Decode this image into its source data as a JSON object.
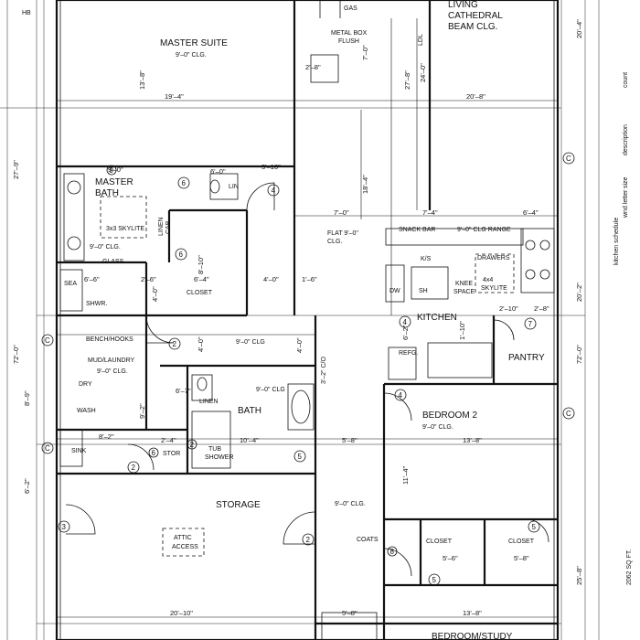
{
  "rooms": {
    "master_suite": "MASTER SUITE",
    "master_suite_clg": "9'–0\" CLG.",
    "living": "LIVING",
    "cathedral": "CATHEDRAL",
    "beam_clg": "BEAM CLG.",
    "master_bath_1": "MASTER",
    "master_bath_2": "BATH",
    "bath_skylite": "3x3 SKYLITE",
    "bath_clg": "9'–0\" CLG.",
    "glass": "GLASS",
    "linen_cab_1": "LINEN",
    "linen_cab_2": "CAB",
    "lin": "LIN",
    "closet": "CLOSET",
    "sea": "SEA",
    "shwr": "SHWR.",
    "bench_hooks": "BENCH/HOOKS",
    "mud_laundry": "MUD/LAUNDRY",
    "mud_clg": "9'–0\" CLG.",
    "dry": "DRY",
    "wash": "WASH",
    "sink": "SINK",
    "stor": "STOR",
    "tub_1": "TUB",
    "tub_2": "SHOWER",
    "linen": "LINEN",
    "bath": "BATH",
    "bath2_clg": "9'–0\" CLG",
    "hall_clg": "9'–0\" CLG",
    "flat_clg_1": "FLAT 9'–0\"",
    "flat_clg_2": "CLG.",
    "snack_bar": "SNACK BAR",
    "clg_range": "9'–0\" CLG RANGE",
    "ks": "K/S",
    "drawers": "DRAWERS",
    "knee_1": "KNEE",
    "knee_2": "SPACE",
    "skylite_1": "4x4",
    "skylite_2": "SKYLITE",
    "dw": "DW",
    "sh": "SH",
    "kitchen": "KITCHEN",
    "refg": "REFG.",
    "pantry": "PANTRY",
    "bedroom2": "BEDROOM 2",
    "bedroom2_clg": "9'–0\" CLG.",
    "storage": "STORAGE",
    "attic_1": "ATTIC",
    "attic_2": "ACCESS",
    "storage_clg": "9'–0\" CLG.",
    "coats": "COATS",
    "closet_a": "CLOSET",
    "closet_b": "CLOSET",
    "bedroom_study": "BEDROOM/STUDY",
    "gas": "GAS",
    "metal_box_1": "METAL BOX",
    "metal_box_2": "FLUSH",
    "ldl": "LDL",
    "c_o": "3'–2\" C/O",
    "hb": "HB"
  },
  "dims": {
    "d_19_4": "19'–4\"",
    "d_20_8": "20'–8\"",
    "d_13_8a": "13'–8\"",
    "d_27_8": "27'–8\"",
    "d_24_0": "24'–0\"",
    "d_7_0a": "7'–0\"",
    "d_2_8": "2'–8\"",
    "d_18_4": "18'–4\"",
    "d_9_0": "9'–0\"",
    "d_6_0": "6'–0\"",
    "d_3_10": "3'–10\"",
    "d_7_0b": "7'–0\"",
    "d_7_4": "7'–4\"",
    "d_6_4a": "6'–4\"",
    "d_6_6": "6'–6\"",
    "d_2_6": "2'–6\"",
    "d_6_4b": "6'–4\"",
    "d_4_0a": "4'–0\"",
    "d_1_6": "1'–6\"",
    "d_8_10": "8'–10\"",
    "d_4_0b": "4'–0\"",
    "d_4_0c": "4'–0\"",
    "d_1_10": "1'–10\"",
    "d_2_10": "2'–10\"",
    "d_2_8b": "2'–8\"",
    "d_6_2": "6'–2\"",
    "d_8_2": "8'–2\"",
    "d_2_4": "2'–4\"",
    "d_10_4": "10'–4\"",
    "d_5_8a": "5'–8\"",
    "d_13_8b": "13'–8\"",
    "d_11_4": "11'–4\"",
    "d_5_6": "5'–6\"",
    "d_5_8b": "5'–8\"",
    "d_20_10": "20'–10\"",
    "d_5_8c": "5'–8\"",
    "d_13_8c": "13'–8\"",
    "d_20_4": "20'–4\"",
    "d_20_2": "20'–2\"",
    "d_72_0": "72'–0\"",
    "d_25_8": "25'–8\"",
    "d_27_9": "27'–9\"",
    "d_72_0b": "72'–0\"",
    "d_8_9": "8'–9\"",
    "d_6_2b": "6'–2\"",
    "d_9_2": "9'–2\"",
    "d_4_0d": "4'–0\"",
    "d_6_7": "6'–7\""
  },
  "tags": [
    "9",
    "6",
    "6",
    "4",
    "2",
    "2",
    "4",
    "4",
    "7",
    "5",
    "3",
    "2",
    "6",
    "2",
    "8",
    "5",
    "5",
    "C",
    "C",
    "C",
    "C"
  ],
  "schedule": {
    "title": "kitchen schedule",
    "col1": "wnd letter",
    "col2": "size",
    "col3": "description",
    "col4": "count",
    "area": "2062 SQ FT."
  },
  "colors": {
    "ink": "#111111",
    "paper": "#ffffff"
  }
}
